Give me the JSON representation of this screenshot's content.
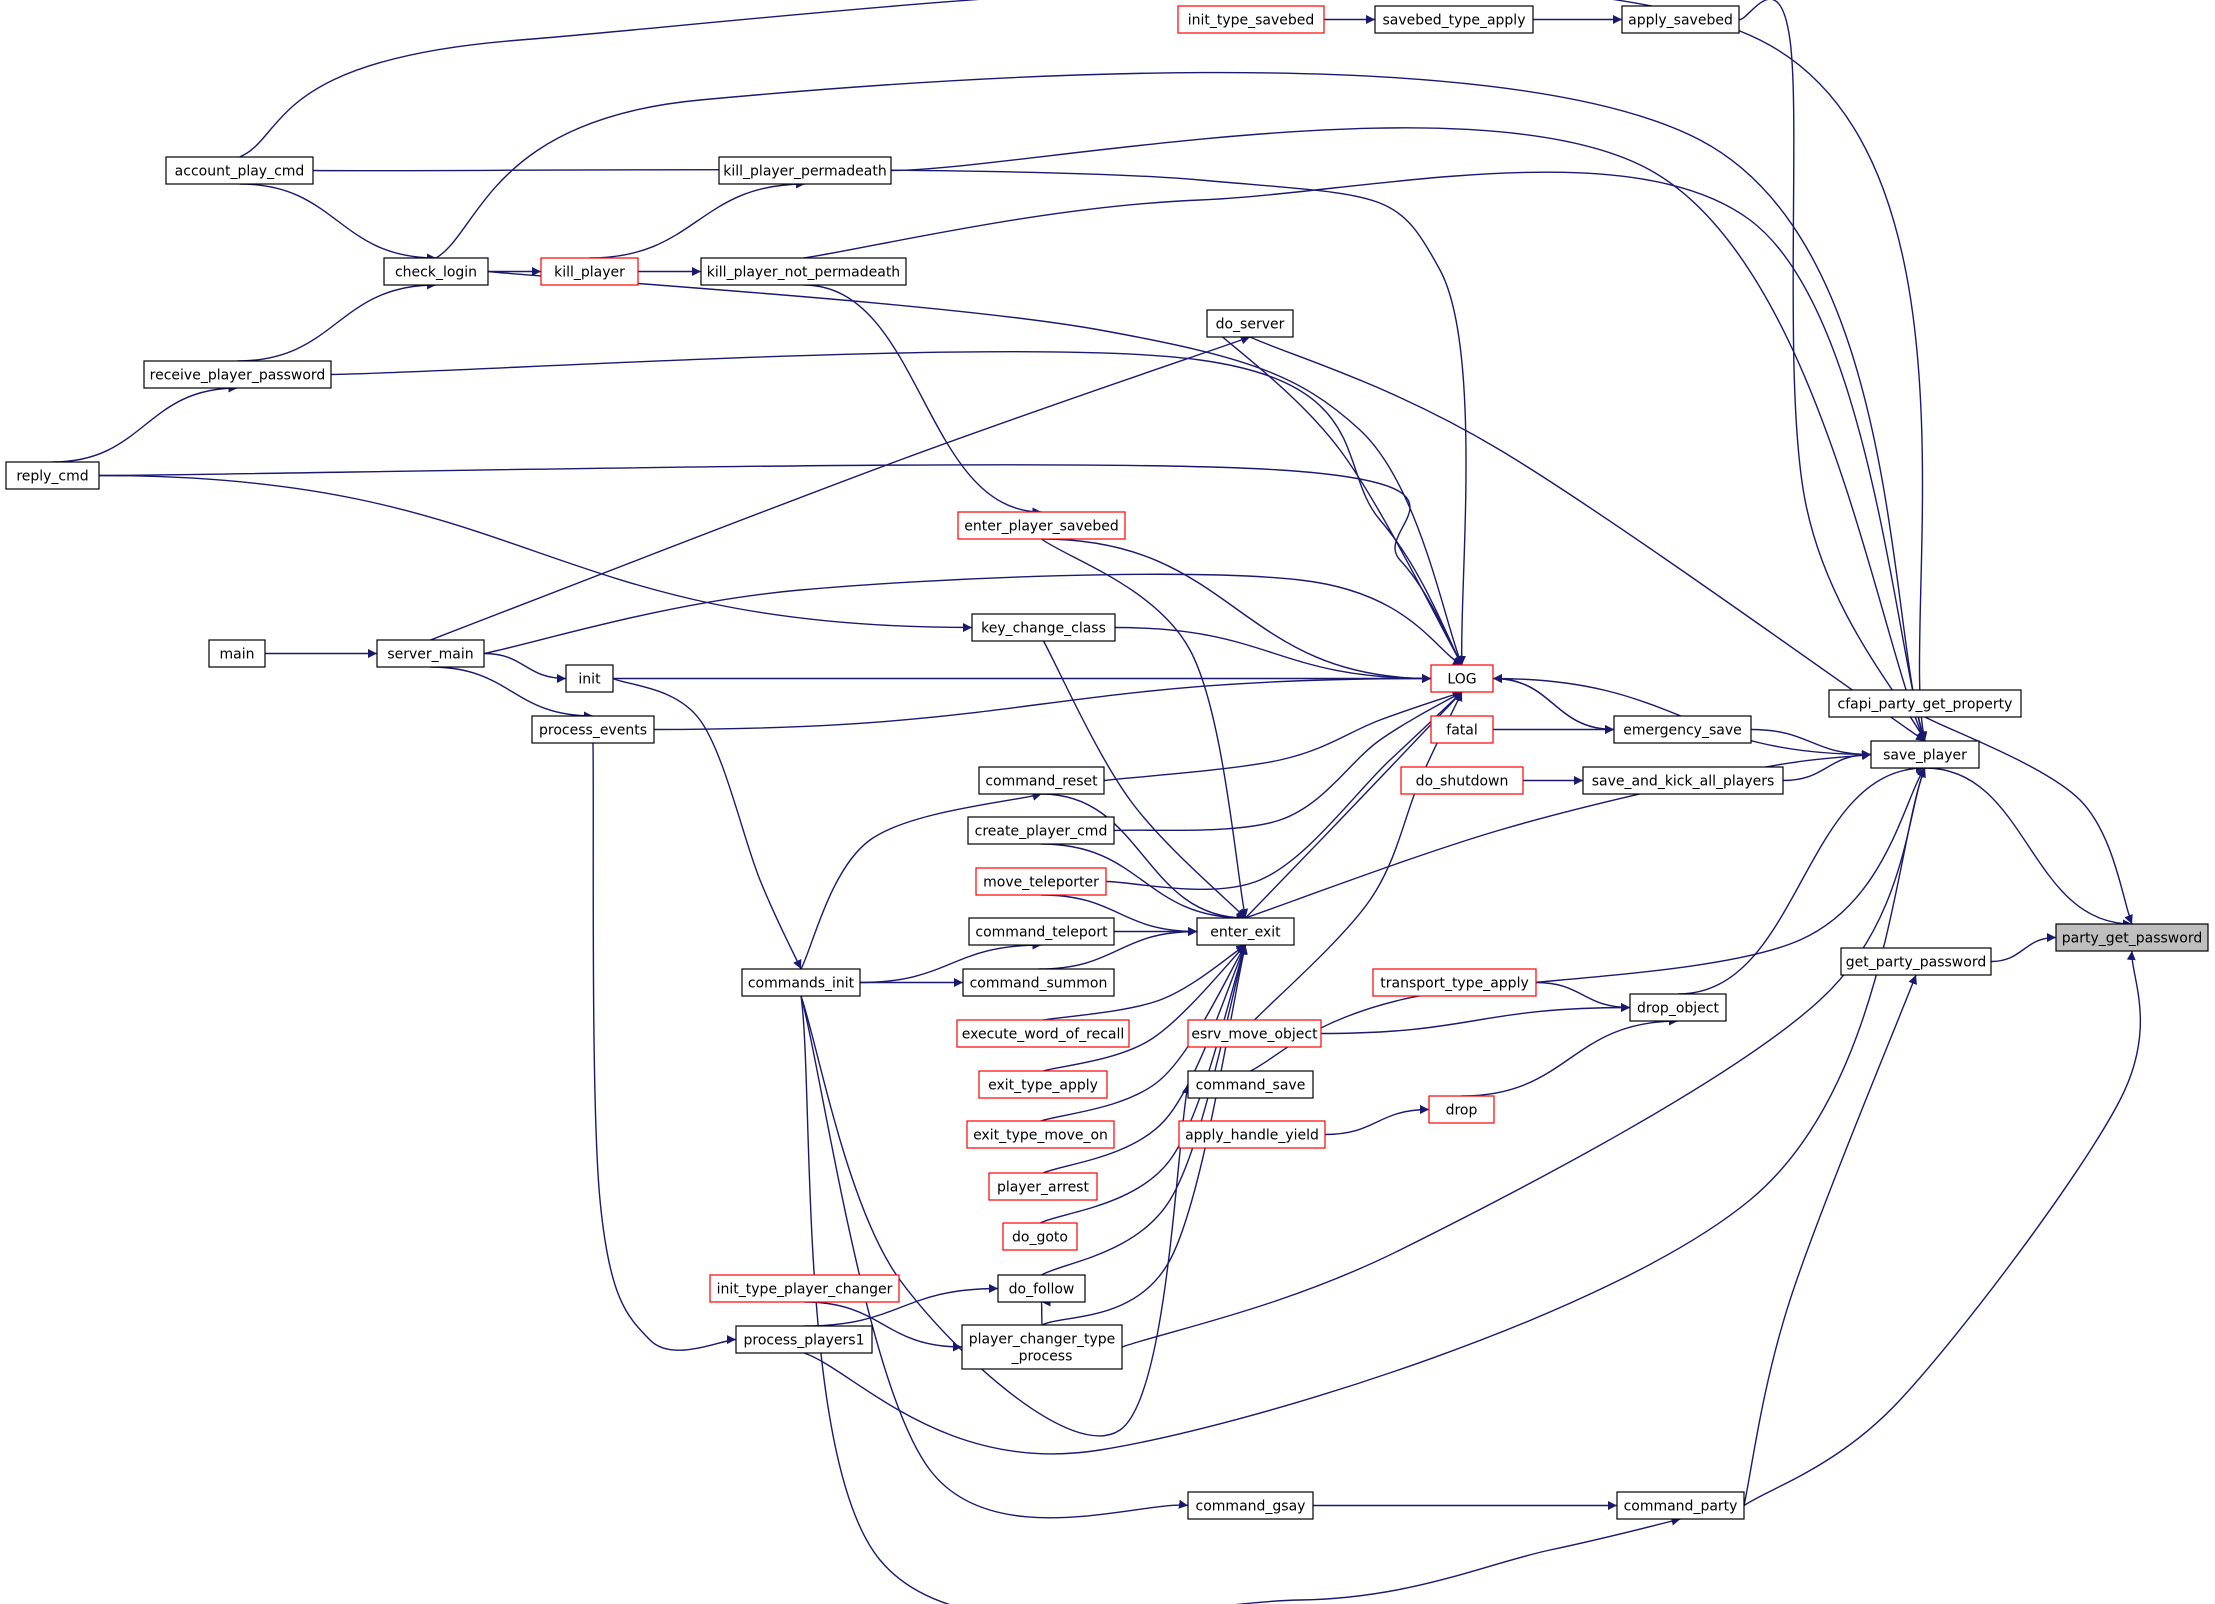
{
  "graph": {
    "title": "",
    "colors": {
      "edge": "#191970",
      "node_border_black": "#000000",
      "node_border_red": "#ff0000",
      "node_fill": "#ffffff",
      "focus_fill": "#bfbfbf",
      "text": "#000000"
    },
    "nodes": [
      {
        "id": "party_get_password",
        "lines": [
          "party_get_password"
        ],
        "style": "focus"
      },
      {
        "id": "cfapi_party_get_property",
        "lines": [
          "cfapi_party_get_property"
        ],
        "style": "black"
      },
      {
        "id": "save_player",
        "lines": [
          "save_player"
        ],
        "style": "black"
      },
      {
        "id": "get_party_password",
        "lines": [
          "get_party_password"
        ],
        "style": "black"
      },
      {
        "id": "command_party",
        "lines": [
          "command_party"
        ],
        "style": "black"
      },
      {
        "id": "apply_savebed",
        "lines": [
          "apply_savebed"
        ],
        "style": "black"
      },
      {
        "id": "savebed_type_apply",
        "lines": [
          "savebed_type_apply"
        ],
        "style": "black"
      },
      {
        "id": "init_type_savebed",
        "lines": [
          "init_type_savebed"
        ],
        "style": "red"
      },
      {
        "id": "account_play_cmd",
        "lines": [
          "account_play_cmd"
        ],
        "style": "black"
      },
      {
        "id": "kill_player_permadeath",
        "lines": [
          "kill_player_permadeath"
        ],
        "style": "black"
      },
      {
        "id": "check_login",
        "lines": [
          "check_login"
        ],
        "style": "black"
      },
      {
        "id": "kill_player",
        "lines": [
          "kill_player"
        ],
        "style": "red"
      },
      {
        "id": "kill_player_not_permadeath",
        "lines": [
          "kill_player_not_permadeath"
        ],
        "style": "black"
      },
      {
        "id": "do_server",
        "lines": [
          "do_server"
        ],
        "style": "black"
      },
      {
        "id": "receive_player_password",
        "lines": [
          "receive_player_password"
        ],
        "style": "black"
      },
      {
        "id": "reply_cmd",
        "lines": [
          "reply_cmd"
        ],
        "style": "black"
      },
      {
        "id": "enter_player_savebed",
        "lines": [
          "enter_player_savebed"
        ],
        "style": "red"
      },
      {
        "id": "key_change_class",
        "lines": [
          "key_change_class"
        ],
        "style": "black"
      },
      {
        "id": "main",
        "lines": [
          "main"
        ],
        "style": "black"
      },
      {
        "id": "server_main",
        "lines": [
          "server_main"
        ],
        "style": "black"
      },
      {
        "id": "init",
        "lines": [
          "init"
        ],
        "style": "black"
      },
      {
        "id": "LOG",
        "lines": [
          "LOG"
        ],
        "style": "red"
      },
      {
        "id": "process_events",
        "lines": [
          "process_events"
        ],
        "style": "black"
      },
      {
        "id": "fatal",
        "lines": [
          "fatal"
        ],
        "style": "red"
      },
      {
        "id": "emergency_save",
        "lines": [
          "emergency_save"
        ],
        "style": "black"
      },
      {
        "id": "do_shutdown",
        "lines": [
          "do_shutdown"
        ],
        "style": "red"
      },
      {
        "id": "save_and_kick_all_players",
        "lines": [
          "save_and_kick_all_players"
        ],
        "style": "black"
      },
      {
        "id": "command_reset",
        "lines": [
          "command_reset"
        ],
        "style": "black"
      },
      {
        "id": "create_player_cmd",
        "lines": [
          "create_player_cmd"
        ],
        "style": "black"
      },
      {
        "id": "move_teleporter",
        "lines": [
          "move_teleporter"
        ],
        "style": "red"
      },
      {
        "id": "command_teleport",
        "lines": [
          "command_teleport"
        ],
        "style": "black"
      },
      {
        "id": "enter_exit",
        "lines": [
          "enter_exit"
        ],
        "style": "black"
      },
      {
        "id": "commands_init",
        "lines": [
          "commands_init"
        ],
        "style": "black"
      },
      {
        "id": "command_summon",
        "lines": [
          "command_summon"
        ],
        "style": "black"
      },
      {
        "id": "transport_type_apply",
        "lines": [
          "transport_type_apply"
        ],
        "style": "red"
      },
      {
        "id": "drop_object",
        "lines": [
          "drop_object"
        ],
        "style": "black"
      },
      {
        "id": "execute_word_of_recall",
        "lines": [
          "execute_word_of_recall"
        ],
        "style": "red"
      },
      {
        "id": "esrv_move_object",
        "lines": [
          "esrv_move_object"
        ],
        "style": "red"
      },
      {
        "id": "exit_type_apply",
        "lines": [
          "exit_type_apply"
        ],
        "style": "red"
      },
      {
        "id": "command_save",
        "lines": [
          "command_save"
        ],
        "style": "black"
      },
      {
        "id": "drop",
        "lines": [
          "drop"
        ],
        "style": "red"
      },
      {
        "id": "exit_type_move_on",
        "lines": [
          "exit_type_move_on"
        ],
        "style": "red"
      },
      {
        "id": "apply_handle_yield",
        "lines": [
          "apply_handle_yield"
        ],
        "style": "red"
      },
      {
        "id": "player_arrest",
        "lines": [
          "player_arrest"
        ],
        "style": "red"
      },
      {
        "id": "do_goto",
        "lines": [
          "do_goto"
        ],
        "style": "red"
      },
      {
        "id": "init_type_player_changer",
        "lines": [
          "init_type_player_changer"
        ],
        "style": "red"
      },
      {
        "id": "do_follow",
        "lines": [
          "do_follow"
        ],
        "style": "black"
      },
      {
        "id": "process_players1",
        "lines": [
          "process_players1"
        ],
        "style": "black"
      },
      {
        "id": "player_changer_type_process",
        "lines": [
          "player_changer_type",
          "_process"
        ],
        "style": "black"
      },
      {
        "id": "command_gsay",
        "lines": [
          "command_gsay"
        ],
        "style": "black"
      }
    ],
    "edges": [
      {
        "from": "init_type_savebed",
        "to": "savebed_type_apply"
      },
      {
        "from": "savebed_type_apply",
        "to": "apply_savebed"
      },
      {
        "from": "apply_savebed",
        "to": "save_player"
      },
      {
        "from": "cfapi_party_get_property",
        "to": "party_get_password"
      },
      {
        "from": "save_player",
        "to": "party_get_password"
      },
      {
        "from": "get_party_password",
        "to": "party_get_password"
      },
      {
        "from": "command_party",
        "to": "party_get_password"
      },
      {
        "from": "command_party",
        "to": "get_party_password"
      },
      {
        "from": "account_play_cmd",
        "to": "save_player"
      },
      {
        "from": "account_play_cmd",
        "to": "check_login"
      },
      {
        "from": "account_play_cmd",
        "to": "LOG"
      },
      {
        "from": "check_login",
        "to": "save_player"
      },
      {
        "from": "check_login",
        "to": "kill_player"
      },
      {
        "from": "check_login",
        "to": "LOG"
      },
      {
        "from": "kill_player",
        "to": "kill_player_permadeath"
      },
      {
        "from": "kill_player",
        "to": "kill_player_not_permadeath"
      },
      {
        "from": "kill_player_permadeath",
        "to": "save_player"
      },
      {
        "from": "kill_player_not_permadeath",
        "to": "save_player"
      },
      {
        "from": "kill_player_not_permadeath",
        "to": "enter_player_savebed"
      },
      {
        "from": "receive_player_password",
        "to": "check_login"
      },
      {
        "from": "receive_player_password",
        "to": "LOG"
      },
      {
        "from": "reply_cmd",
        "to": "receive_player_password"
      },
      {
        "from": "reply_cmd",
        "to": "LOG"
      },
      {
        "from": "reply_cmd",
        "to": "key_change_class"
      },
      {
        "from": "main",
        "to": "server_main"
      },
      {
        "from": "server_main",
        "to": "do_server"
      },
      {
        "from": "server_main",
        "to": "init"
      },
      {
        "from": "server_main",
        "to": "LOG"
      },
      {
        "from": "server_main",
        "to": "process_events"
      },
      {
        "from": "do_server",
        "to": "save_player"
      },
      {
        "from": "do_server",
        "to": "LOG"
      },
      {
        "from": "init",
        "to": "LOG"
      },
      {
        "from": "init",
        "to": "commands_init"
      },
      {
        "from": "process_events",
        "to": "LOG"
      },
      {
        "from": "process_events",
        "to": "process_players1"
      },
      {
        "from": "enter_player_savebed",
        "to": "LOG"
      },
      {
        "from": "enter_player_savebed",
        "to": "enter_exit"
      },
      {
        "from": "key_change_class",
        "to": "LOG"
      },
      {
        "from": "key_change_class",
        "to": "enter_exit"
      },
      {
        "from": "fatal",
        "to": "emergency_save"
      },
      {
        "from": "emergency_save",
        "to": "save_player"
      },
      {
        "from": "emergency_save",
        "to": "LOG"
      },
      {
        "from": "LOG",
        "to": "emergency_save"
      },
      {
        "from": "save_player",
        "to": "LOG"
      },
      {
        "from": "do_shutdown",
        "to": "save_and_kick_all_players"
      },
      {
        "from": "save_and_kick_all_players",
        "to": "save_player"
      },
      {
        "from": "commands_init",
        "to": "command_reset"
      },
      {
        "from": "commands_init",
        "to": "command_teleport"
      },
      {
        "from": "commands_init",
        "to": "command_summon"
      },
      {
        "from": "commands_init",
        "to": "command_save"
      },
      {
        "from": "commands_init",
        "to": "command_gsay"
      },
      {
        "from": "commands_init",
        "to": "command_party"
      },
      {
        "from": "command_reset",
        "to": "LOG"
      },
      {
        "from": "command_reset",
        "to": "enter_exit"
      },
      {
        "from": "create_player_cmd",
        "to": "LOG"
      },
      {
        "from": "create_player_cmd",
        "to": "enter_exit"
      },
      {
        "from": "move_teleporter",
        "to": "LOG"
      },
      {
        "from": "move_teleporter",
        "to": "enter_exit"
      },
      {
        "from": "command_teleport",
        "to": "enter_exit"
      },
      {
        "from": "command_summon",
        "to": "enter_exit"
      },
      {
        "from": "execute_word_of_recall",
        "to": "enter_exit"
      },
      {
        "from": "exit_type_apply",
        "to": "enter_exit"
      },
      {
        "from": "exit_type_move_on",
        "to": "enter_exit"
      },
      {
        "from": "player_arrest",
        "to": "enter_exit"
      },
      {
        "from": "do_goto",
        "to": "enter_exit"
      },
      {
        "from": "do_follow",
        "to": "enter_exit"
      },
      {
        "from": "player_changer_type_process",
        "to": "enter_exit"
      },
      {
        "from": "player_changer_type_process",
        "to": "save_player"
      },
      {
        "from": "player_changer_type_process",
        "to": "do_follow"
      },
      {
        "from": "init_type_player_changer",
        "to": "player_changer_type_process"
      },
      {
        "from": "process_players1",
        "to": "do_follow"
      },
      {
        "from": "process_players1",
        "to": "save_player"
      },
      {
        "from": "enter_exit",
        "to": "LOG"
      },
      {
        "from": "enter_exit",
        "to": "save_player"
      },
      {
        "from": "transport_type_apply",
        "to": "drop_object"
      },
      {
        "from": "esrv_move_object",
        "to": "drop_object"
      },
      {
        "from": "esrv_move_object",
        "to": "LOG"
      },
      {
        "from": "drop",
        "to": "drop_object"
      },
      {
        "from": "apply_handle_yield",
        "to": "drop"
      },
      {
        "from": "drop_object",
        "to": "save_player"
      },
      {
        "from": "command_save",
        "to": "save_player"
      },
      {
        "from": "command_gsay",
        "to": "command_party"
      }
    ]
  }
}
